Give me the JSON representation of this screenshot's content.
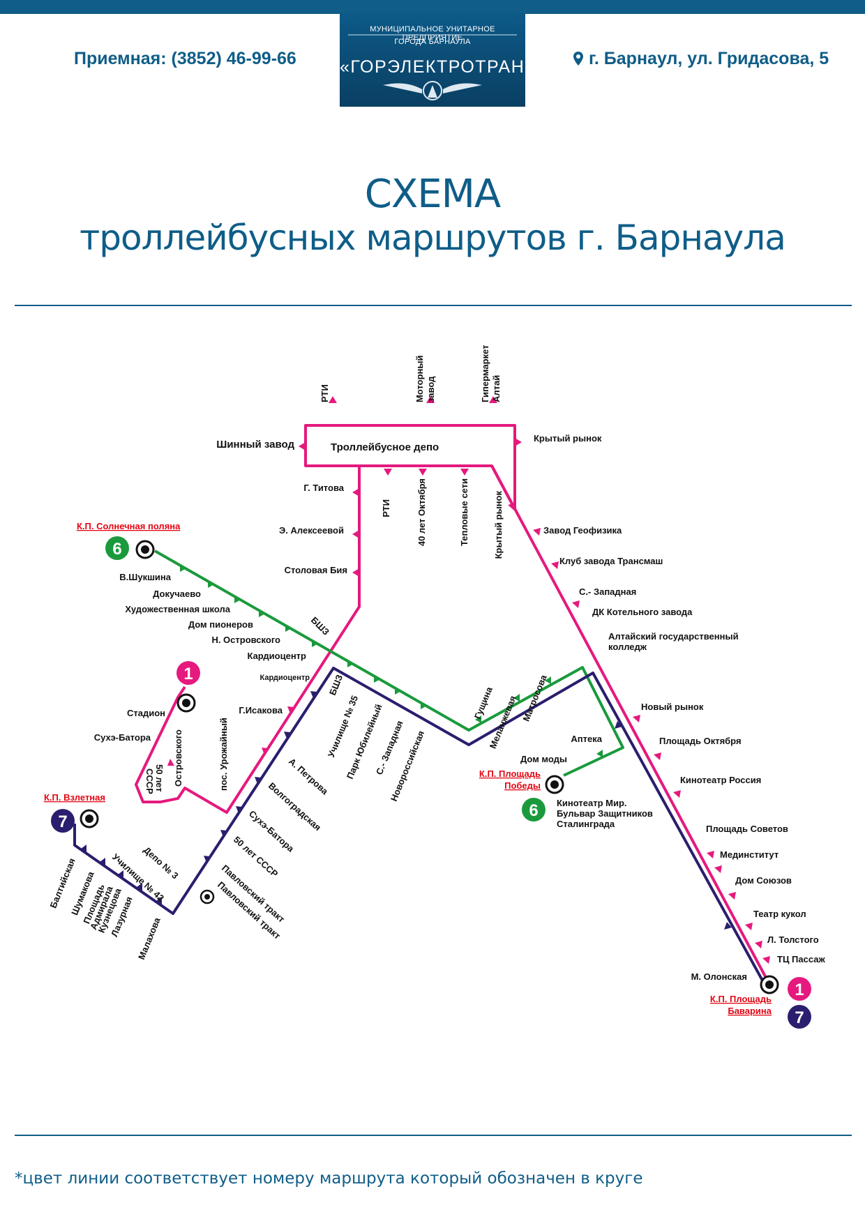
{
  "header": {
    "reception": "Приемная: (3852) 46-99-66",
    "address": "г. Барнаул, ул. Гридасова, 5",
    "logo_line1": "МУНИЦИПАЛЬНОЕ УНИТАРНОЕ ПРЕДПРИЯТИЕ",
    "logo_line2": "ГОРОДА БАРНАУЛА",
    "logo_line3": "«ГОРЭЛЕКТРОТРАНС»",
    "colors": {
      "brand": "#0f5d88",
      "logo_bg": "#0b4f7a"
    }
  },
  "title": {
    "line1": "СХЕМА",
    "line2": "троллейбусных маршрутов г. Барнаула"
  },
  "map": {
    "routes": [
      {
        "number": "1",
        "color": "#e5197e"
      },
      {
        "number": "6",
        "color": "#1a9a3c"
      },
      {
        "number": "7",
        "color": "#2a1e6e"
      }
    ],
    "terminals": {
      "solnechnaya": "К.П. Солнечная поляна",
      "vzletnaya": "К.П. Взлетная",
      "pobedy1": "К.П. Площадь",
      "pobedy2": "Победы",
      "bavarina1": "К.П. Площадь",
      "bavarina2": "Баварина"
    },
    "stops": {
      "rti_top": "РТИ",
      "motor1": "Моторный",
      "motor2": "завод",
      "giper1": "Гипермаркет",
      "giper2": "Алтай",
      "krytyi_top": "Крытый рынок",
      "shinnyi": "Шинный завод",
      "depo": "Троллейбусное депо",
      "titova": "Г. Титова",
      "rti2": "РТИ",
      "oktyabrya40": "40 лет Октября",
      "teplovye": "Тепловые сети",
      "krytyi2": "Крытый рынок",
      "alekseevoy": "Э. Алексеевой",
      "stolovaya": "Столовая Бия",
      "bshz1": "БШЗ",
      "geofizika": "Завод Геофизика",
      "transmash": "Клуб завода Трансмаш",
      "szapadnaya1": "С.- Западная",
      "dk_kotel": "ДК Котельного завода",
      "agk1": "Алтайский государственный",
      "agk2": "колледж",
      "novyi_rynok": "Новый рынок",
      "pl_oktyabrya": "Площадь Октября",
      "kino_rossiya": "Кинотеатр Россия",
      "pl_sovetov": "Площадь Советов",
      "medinstitut": "Мединститут",
      "dom_soyuzov": "Дом Союзов",
      "teatr_kukol": "Театр кукол",
      "l_tolstogo": "Л. Толстого",
      "tc_passazh": "ТЦ Пассаж",
      "m_olonskaya": "М. Олонская",
      "shukshina": "В.Шукшина",
      "dokuchaevo": "Докучаево",
      "hud_shkola": "Художественная школа",
      "dom_pionerov": "Дом пионеров",
      "n_ostrovskogo": "Н. Островского",
      "kardiocentr1": "Кардиоцентр",
      "kardiocentr2": "Кардиоцентр",
      "stadion": "Стадион",
      "suhe_batora1": "Сухэ-Батора",
      "sssr50a": "50 лет",
      "sssr50b": "СССР",
      "ostrovskogo": "Островского",
      "urozhainyi": "пос. Урожайный",
      "g_isakova": "Г.Исакова",
      "bshz2": "БШЗ",
      "uchilishe35": "Училище № 35",
      "park_yub": "Парк Юбилейный",
      "szapadnaya2": "С.- Западная",
      "novoross": "Новороссийская",
      "a_petrova": "А. Петрова",
      "volgograd": "Волгоградская",
      "suhe_batora2": "Сухэ-Батора",
      "sssr50c": "50 лет СССР",
      "depo3": "Депо № 3",
      "uchilishe42": "Училище № 42",
      "pavl1": "Павловский тракт",
      "pavl2": "Павловский тракт",
      "baltiyskaya": "Балтийская",
      "shumakova": "Шумакова",
      "pl_kuz1": "Площадь",
      "pl_kuz2": "Адмирала",
      "pl_kuz3": "Кузнецова",
      "lazurnaya": "Лазурная",
      "malahova": "Малахова",
      "guschina": "Гущина",
      "melanzh": "Меланжевая",
      "matrosova": "Матросова",
      "apteka": "Аптека",
      "dom_mody": "Дом моды",
      "kino_mir": "Кинотеатр Мир.",
      "bulvar1": "Бульвар Защитников",
      "bulvar2": "Сталинграда"
    }
  },
  "footnote": "*цвет линии соответствует номеру маршрута который обозначен в круге"
}
